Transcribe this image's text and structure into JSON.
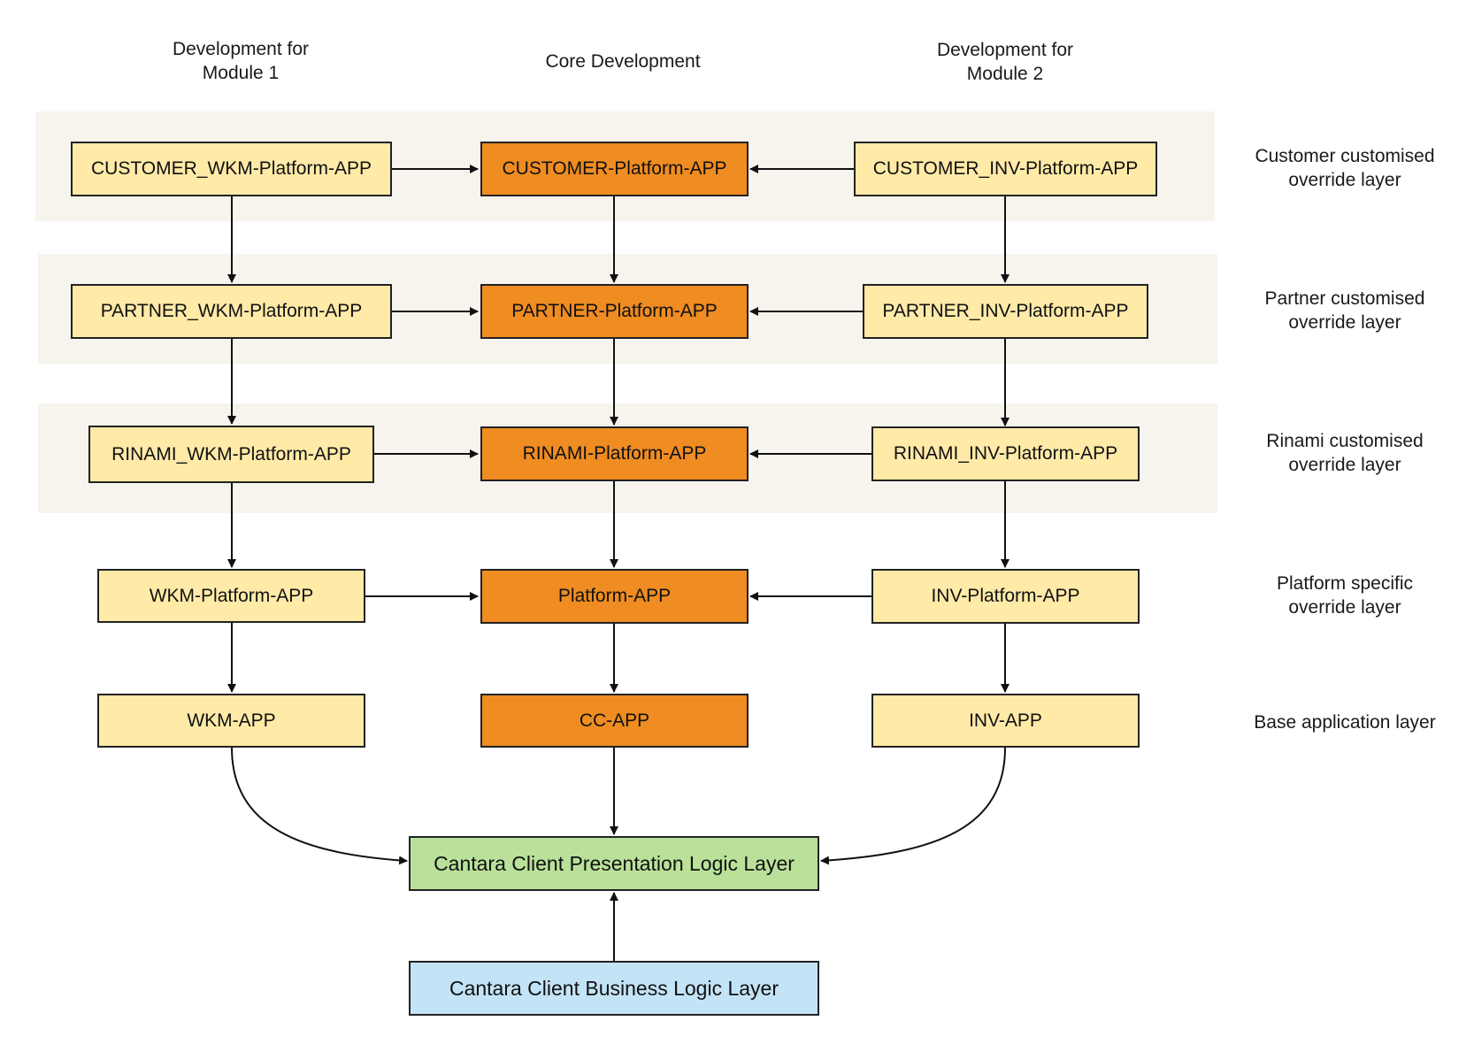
{
  "columns": {
    "module1": "Development for\nModule 1",
    "core": "Core Development",
    "module2": "Development for\nModule 2"
  },
  "layers": {
    "customer": "Customer customised\noverride layer",
    "partner": "Partner customised\noverride layer",
    "rinami": "Rinami customised\noverride layer",
    "platform": "Platform specific\noverride layer",
    "base": "Base application layer"
  },
  "nodes": {
    "customer_wkm": "CUSTOMER_WKM-Platform-APP",
    "customer_core": "CUSTOMER-Platform-APP",
    "customer_inv": "CUSTOMER_INV-Platform-APP",
    "partner_wkm": "PARTNER_WKM-Platform-APP",
    "partner_core": "PARTNER-Platform-APP",
    "partner_inv": "PARTNER_INV-Platform-APP",
    "rinami_wkm": "RINAMI_WKM-Platform-APP",
    "rinami_core": "RINAMI-Platform-APP",
    "rinami_inv": "RINAMI_INV-Platform-APP",
    "platform_wkm": "WKM-Platform-APP",
    "platform_core": "Platform-APP",
    "platform_inv": "INV-Platform-APP",
    "base_wkm": "WKM-APP",
    "base_core": "CC-APP",
    "base_inv": "INV-APP",
    "presentation": "Cantara Client Presentation Logic Layer",
    "business": "Cantara Client Business Logic Layer"
  },
  "colors": {
    "module_fill": "#ffeaa8",
    "core_fill": "#ef8c22",
    "presentation_fill": "#b9e19a",
    "business_fill": "#c3e3f6",
    "band_fill": "#f6f4ec"
  }
}
